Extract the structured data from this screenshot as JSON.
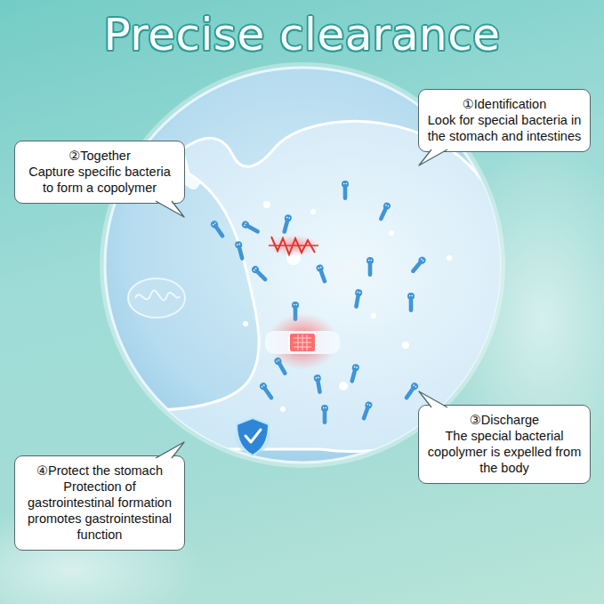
{
  "diagram": {
    "title": "Precise clearance",
    "nodes": [
      {
        "text": [
          "①Identification",
          "Look for special bacteria in the stomach and intestines"
        ]
      },
      {
        "text": [
          "②Together",
          "Capture specific bacteria to form a copolymer"
        ]
      },
      {
        "text": [
          "③Discharge",
          "The special bacterial copolymer is expelled from the body"
        ]
      },
      {
        "text": [
          "④Protect the stomach",
          "Protection of gastrointestinal formation promotes gastrointestinal function"
        ]
      }
    ]
  }
}
